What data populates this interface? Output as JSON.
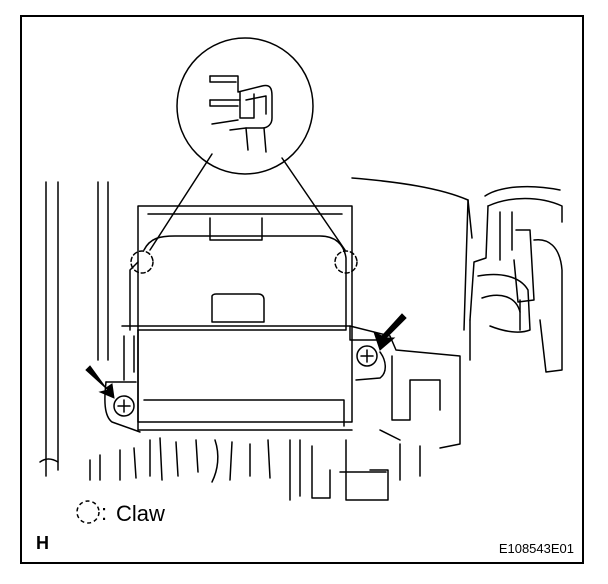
{
  "figure": {
    "legend": {
      "symbol_icon": "dashed-circle-icon",
      "separator": ":",
      "text": "Claw"
    },
    "view_label": "H",
    "figure_id": "E108543E01"
  },
  "colors": {
    "line": "#000000",
    "background": "#ffffff"
  }
}
